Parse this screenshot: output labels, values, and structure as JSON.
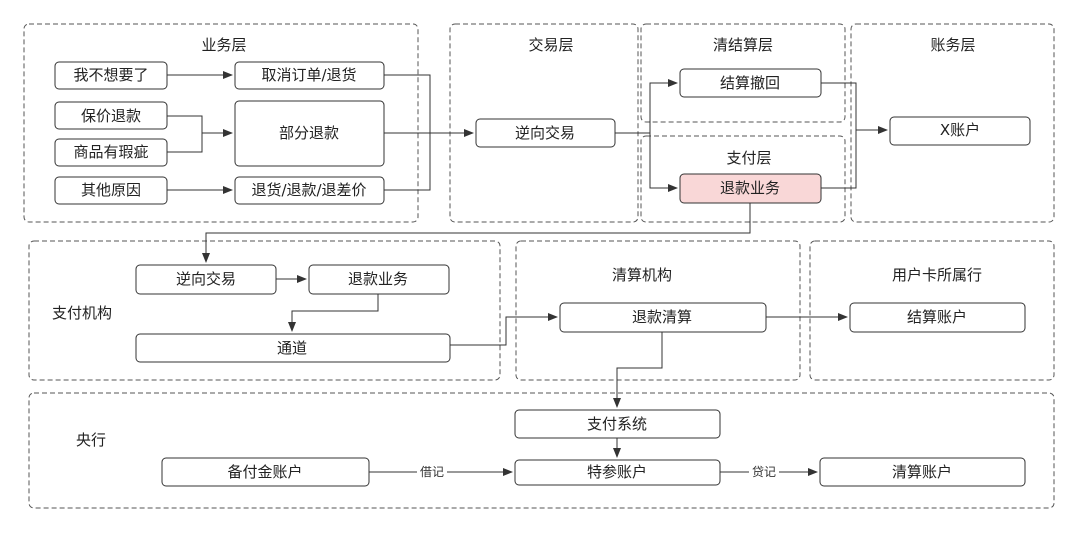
{
  "groups": {
    "business": "业务层",
    "trade": "交易层",
    "clearing": "清结算层",
    "payment_layer": "支付层",
    "accounting": "账务层",
    "pay_institution": "支付机构",
    "clearing_org": "清算机构",
    "card_bank": "用户卡所属行",
    "central_bank": "央行"
  },
  "nodes": {
    "dont_want": "我不想要了",
    "price_protect": "保价退款",
    "defect": "商品有瑕疵",
    "other_reason": "其他原因",
    "cancel_return": "取消订单/退货",
    "partial_refund": "部分退款",
    "return_refund_diff": "退货/退款/退差价",
    "reverse_trade": "逆向交易",
    "settle_revoke": "结算撤回",
    "refund_business": "退款业务",
    "x_account": "X账户",
    "pi_reverse_trade": "逆向交易",
    "pi_refund_business": "退款业务",
    "channel": "通道",
    "refund_clearing": "退款清算",
    "settle_account": "结算账户",
    "payment_system": "支付系统",
    "reserve_account": "备付金账户",
    "special_account": "特参账户",
    "clearing_account": "清算账户"
  },
  "edge_labels": {
    "debit": "借记",
    "credit": "贷记"
  },
  "colors": {
    "highlight": "#f9d7d7"
  }
}
